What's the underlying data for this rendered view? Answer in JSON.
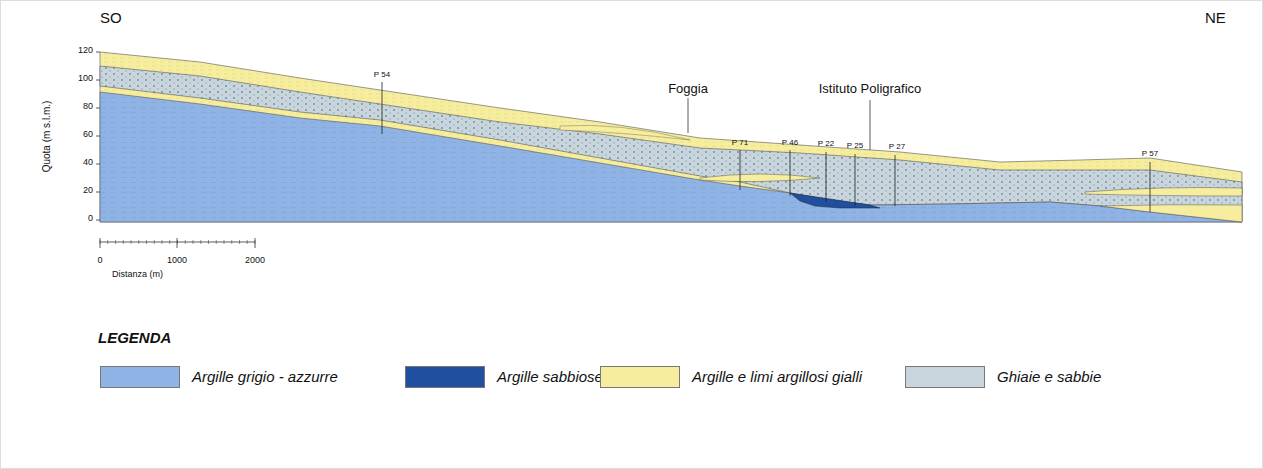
{
  "diagram": {
    "labels": [
      "SO",
      "NE",
      "Quota (m s.l.m.)",
      "120",
      "100",
      "80",
      "60",
      "40",
      "20",
      "0",
      "Foggia",
      "Istituto Poligrafico",
      "P 54",
      "P 71",
      "P 46",
      "P 22",
      "P 25",
      "P 27",
      "P 57",
      "0",
      "1000",
      "2000",
      "Distanza (m)",
      "LEGENDA"
    ],
    "legend": [
      {
        "text": "Argille grigio - azzurre",
        "color": "#8fb3e4"
      },
      {
        "text": "Argille sabbiose",
        "color": "#1f4f9e"
      },
      {
        "text": "Argille e limi argillosi gialli",
        "color": "#f6ee9e"
      },
      {
        "text": "Ghiaie e sabbie",
        "color": "#c9d5dc"
      }
    ]
  }
}
